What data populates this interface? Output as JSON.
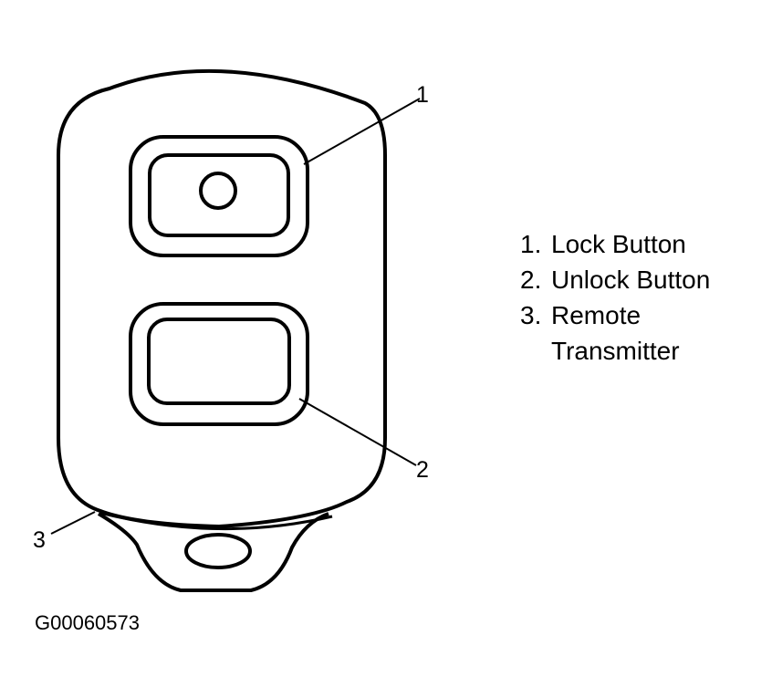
{
  "callouts": {
    "lock": "1",
    "unlock": "2",
    "transmitter": "3"
  },
  "legend": {
    "items": [
      {
        "number": "1.",
        "text": "Lock Button"
      },
      {
        "number": "2.",
        "text": "Unlock Button"
      },
      {
        "number": "3.",
        "text": "Remote Transmitter"
      }
    ]
  },
  "figure_id": "G00060573"
}
